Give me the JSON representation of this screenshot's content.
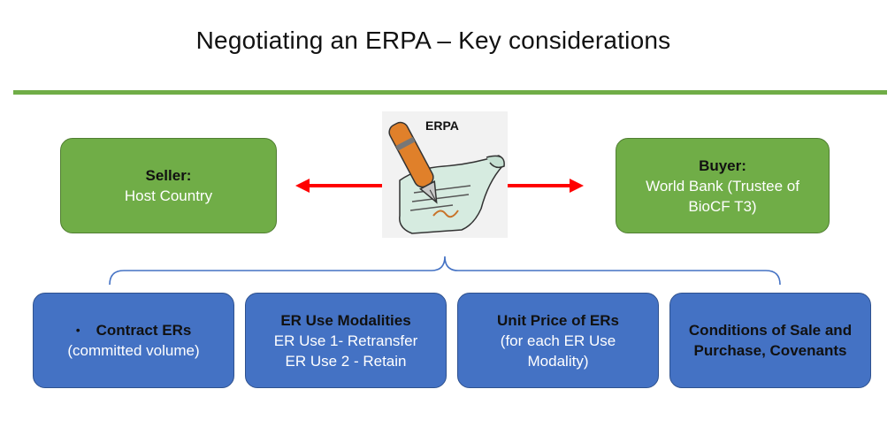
{
  "title": "Negotiating an ERPA – Key considerations",
  "colors": {
    "accent_green": "#70ad47",
    "box_blue": "#4472c4",
    "arrow_red": "#ff0000",
    "bracket_blue": "#4472c4"
  },
  "center": {
    "label": "ERPA",
    "icon": "document-pen-icon"
  },
  "seller": {
    "heading": "Seller:",
    "text": "Host Country"
  },
  "buyer": {
    "heading": "Buyer:",
    "line1": "World Bank (Trustee of",
    "line2": "BioCF T3)"
  },
  "considerations": [
    {
      "bullet": "•",
      "heading": "Contract ERs",
      "text": "(committed volume)"
    },
    {
      "heading": "ER Use Modalities",
      "line1": "ER Use 1- Retransfer",
      "line2": "ER Use 2 - Retain"
    },
    {
      "heading": "Unit Price of ERs",
      "line1": "(for each ER Use",
      "line2": "Modality)"
    },
    {
      "line1": "Conditions of Sale and",
      "line2": "Purchase, Covenants"
    }
  ]
}
